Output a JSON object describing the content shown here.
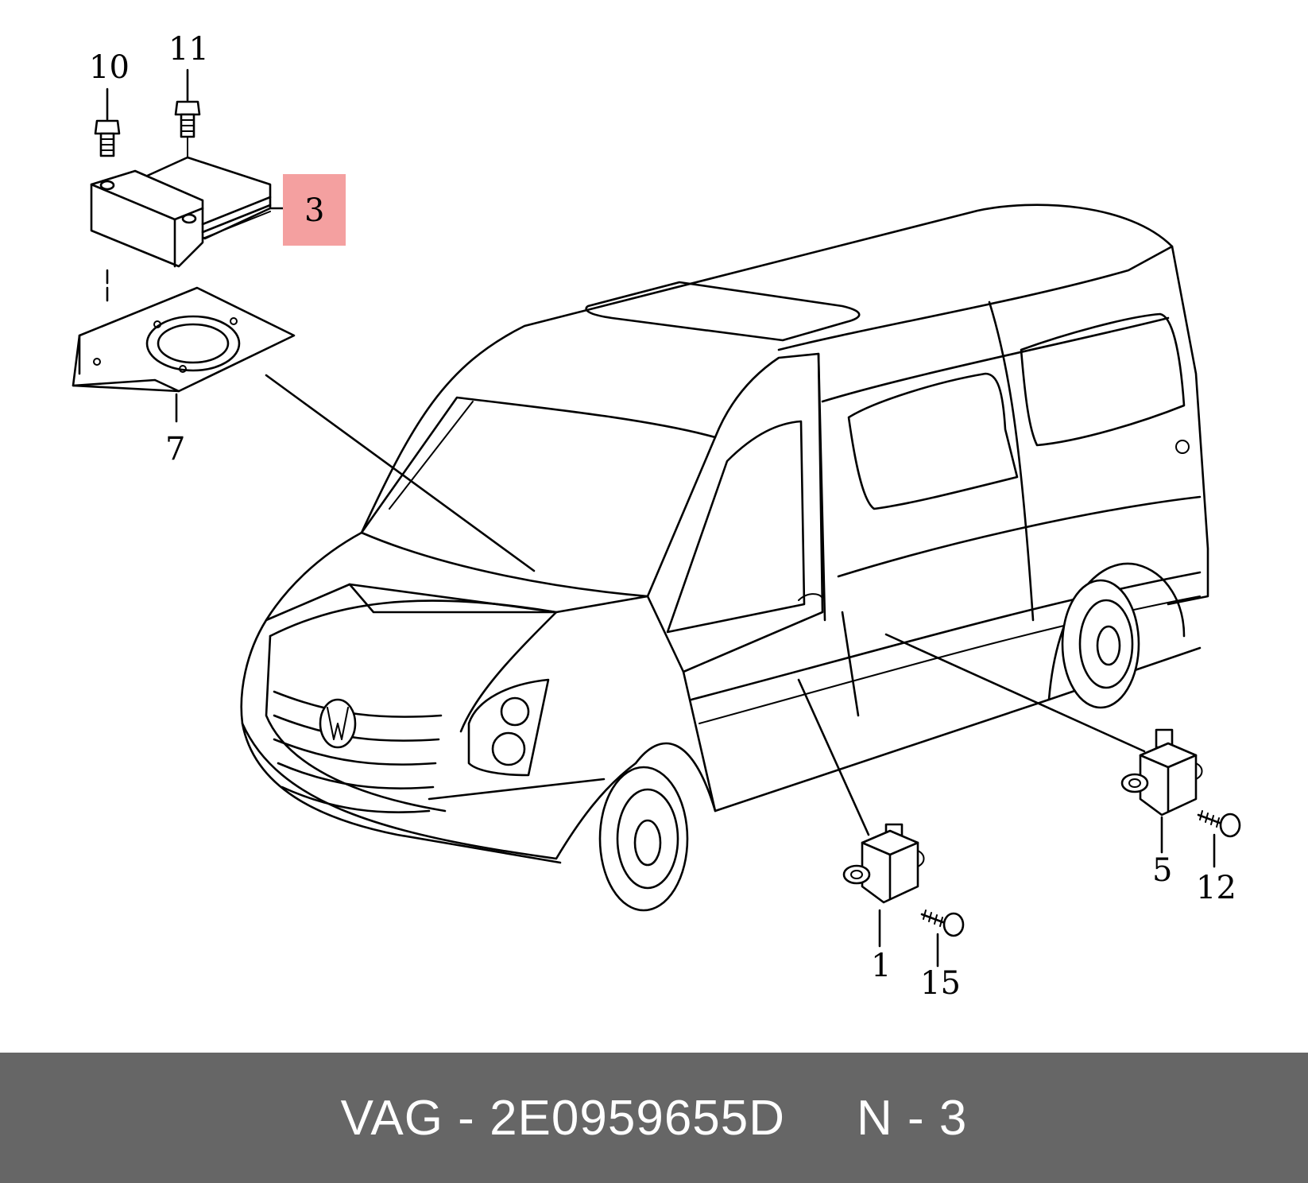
{
  "footer": {
    "brand": "VAG",
    "separator": "-",
    "part_number": "2E0959655D",
    "position_text": "N - 3"
  },
  "highlight_color": "#f4a0a0",
  "footer_background": "#666666",
  "callouts": {
    "l1": "1",
    "l3": "3",
    "l5": "5",
    "l7": "7",
    "l10": "10",
    "l11": "11",
    "l12": "12",
    "l15": "15"
  },
  "highlighted_callout": "3"
}
